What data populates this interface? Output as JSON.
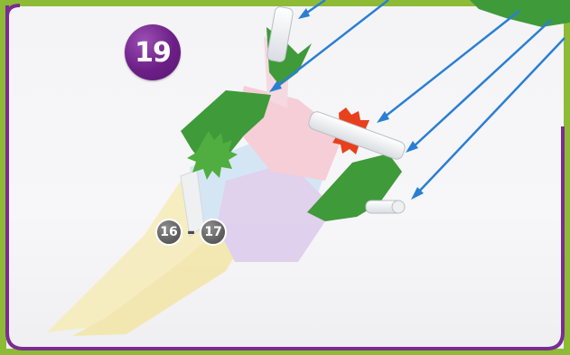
{
  "step": {
    "number": "19"
  },
  "reference": {
    "start": "16",
    "separator": "-",
    "end": "17"
  },
  "colors": {
    "frame_purple": "#7a2c93",
    "frame_green": "#8dbb35",
    "arrow_blue": "#2a7fd4",
    "connector_green": "#3f9a3a",
    "connector_red": "#e8401c",
    "ghost_yellow": "#f6ecb8",
    "ghost_blue": "#cfe4f4",
    "ghost_pink": "#f7c8d2",
    "ghost_lavender": "#dccbec"
  },
  "icons": {
    "arrow": "arrow-icon",
    "rod": "rod-icon",
    "connector": "connector-icon"
  }
}
